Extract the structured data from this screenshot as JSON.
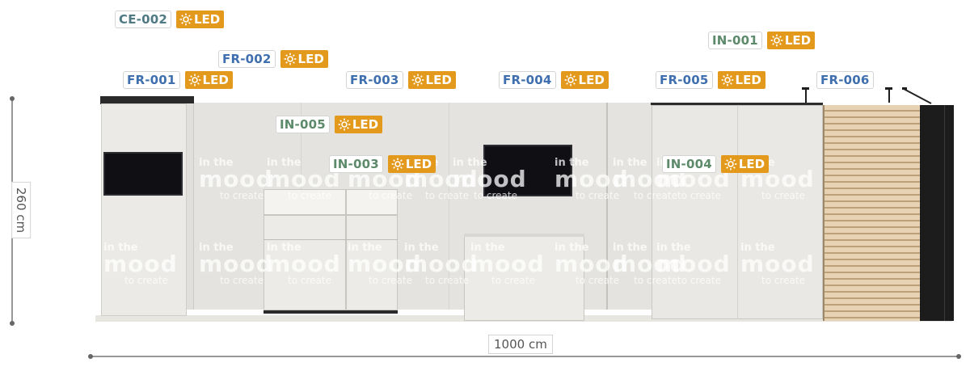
{
  "colors": {
    "fr_label": "#3f6fae",
    "in_label": "#5c8a6a",
    "ce_label": "#4f7a84",
    "led_badge": "#e39a1c",
    "slat_light": "#e7d2b3",
    "slat_dark": "#bca27a"
  },
  "labels": [
    {
      "id": "ce-002",
      "code": "CE-002",
      "kind": "ce",
      "led": "LED"
    },
    {
      "id": "fr-001",
      "code": "FR-001",
      "kind": "fr",
      "led": "LED"
    },
    {
      "id": "fr-002",
      "code": "FR-002",
      "kind": "fr",
      "led": "LED"
    },
    {
      "id": "fr-003",
      "code": "FR-003",
      "kind": "fr",
      "led": "LED"
    },
    {
      "id": "fr-004",
      "code": "FR-004",
      "kind": "fr",
      "led": "LED"
    },
    {
      "id": "fr-005",
      "code": "FR-005",
      "kind": "fr",
      "led": "LED"
    },
    {
      "id": "fr-006",
      "code": "FR-006",
      "kind": "fr",
      "led": ""
    },
    {
      "id": "in-001",
      "code": "IN-001",
      "kind": "in",
      "led": "LED"
    },
    {
      "id": "in-003",
      "code": "IN-003",
      "kind": "in",
      "led": "LED"
    },
    {
      "id": "in-004",
      "code": "IN-004",
      "kind": "in",
      "led": "LED"
    },
    {
      "id": "in-005",
      "code": "IN-005",
      "kind": "in",
      "led": "LED"
    }
  ],
  "dimensions": {
    "width": "1000 cm",
    "height": "260 cm"
  },
  "watermark": {
    "line1": "in the",
    "line2": "mood",
    "line3": "to create"
  },
  "icons": {
    "led": "sun-icon"
  }
}
